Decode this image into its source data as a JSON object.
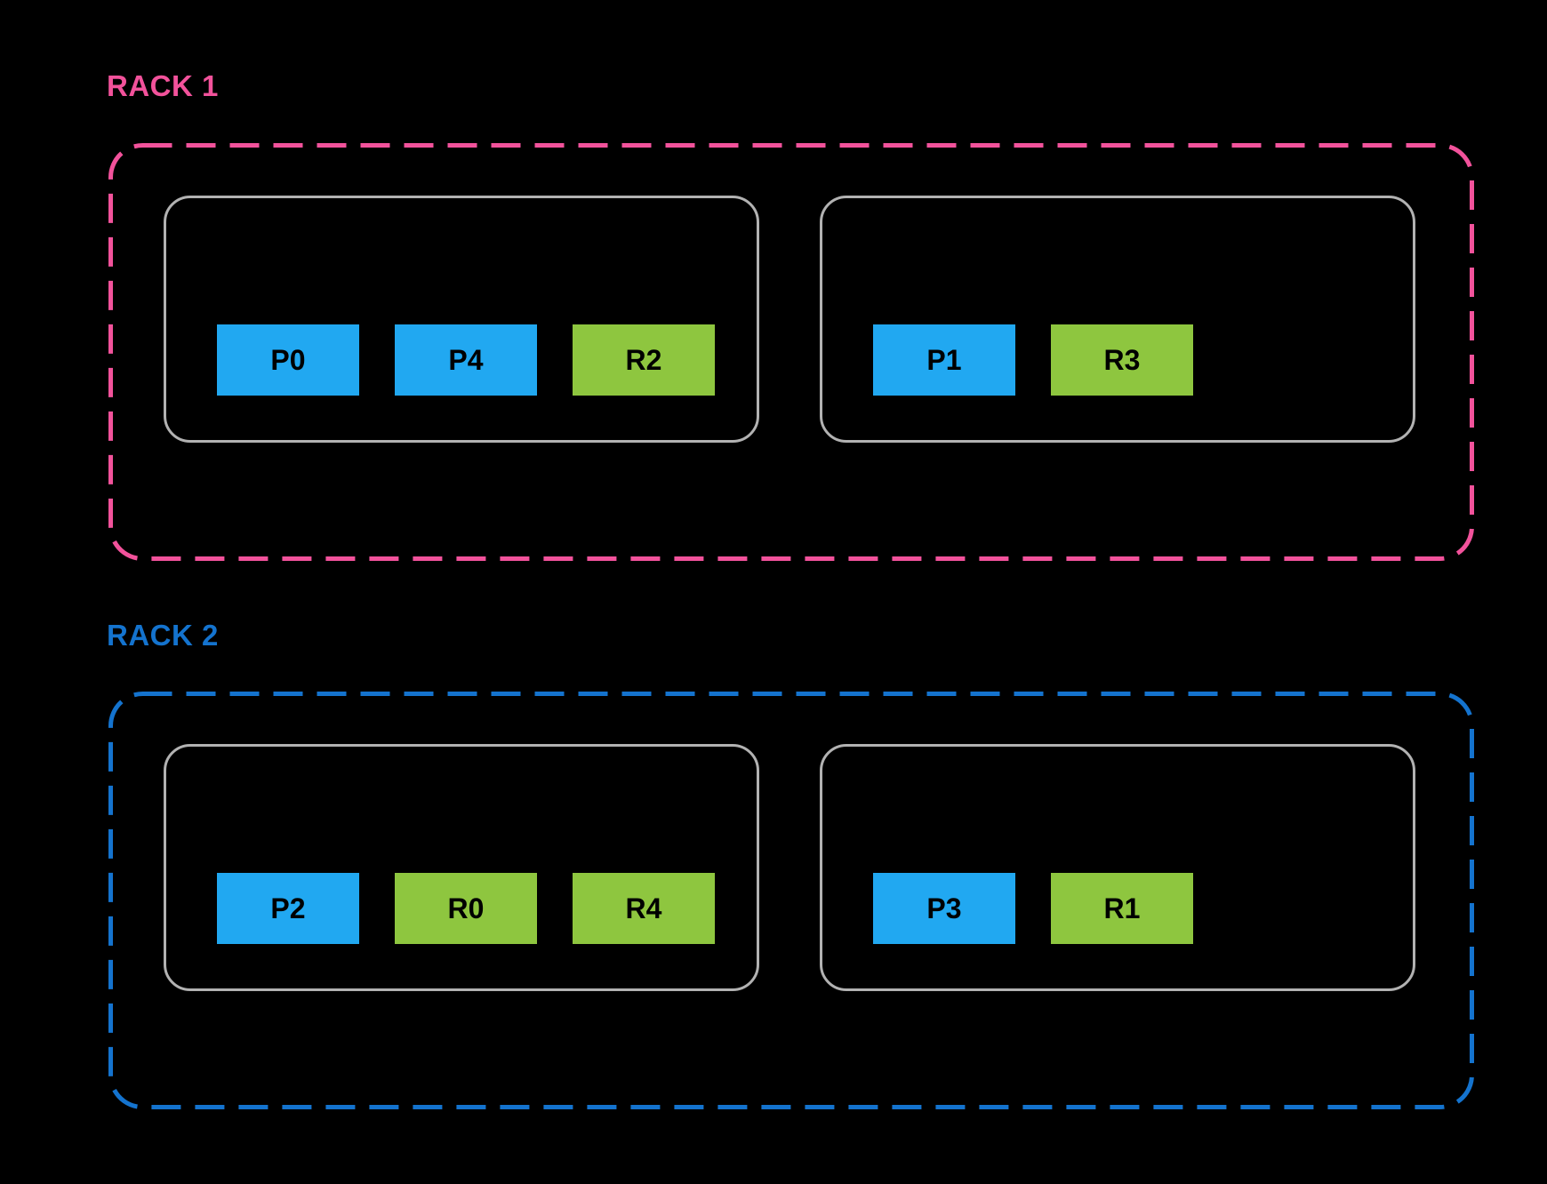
{
  "colors": {
    "background": "#000000",
    "rack1_accent": "#F2529B",
    "rack2_accent": "#1473CE",
    "primary_fill": "#21A8F1",
    "replica_fill": "#8EC63F",
    "host_border": "#B2B2B2",
    "block_label": "#000000"
  },
  "racks": [
    {
      "label": "RACK 1",
      "hosts": [
        {
          "blocks": [
            {
              "label": "P0",
              "type": "primary"
            },
            {
              "label": "P4",
              "type": "primary"
            },
            {
              "label": "R2",
              "type": "replica"
            }
          ]
        },
        {
          "blocks": [
            {
              "label": "P1",
              "type": "primary"
            },
            {
              "label": "R3",
              "type": "replica"
            }
          ]
        }
      ]
    },
    {
      "label": "RACK 2",
      "hosts": [
        {
          "blocks": [
            {
              "label": "P2",
              "type": "primary"
            },
            {
              "label": "R0",
              "type": "replica"
            },
            {
              "label": "R4",
              "type": "replica"
            }
          ]
        },
        {
          "blocks": [
            {
              "label": "P3",
              "type": "primary"
            },
            {
              "label": "R1",
              "type": "replica"
            }
          ]
        }
      ]
    }
  ]
}
